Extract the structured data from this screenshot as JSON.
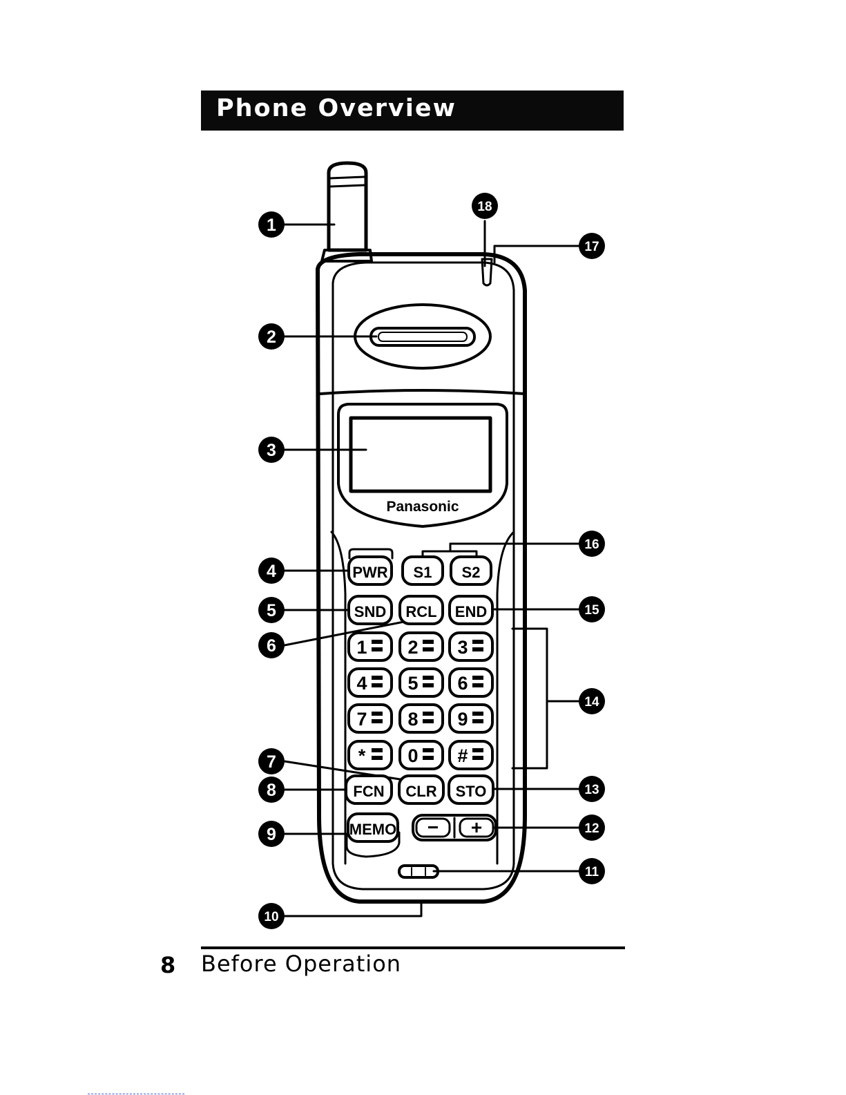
{
  "header": {
    "title": "Phone Overview"
  },
  "phone": {
    "brand": "Panasonic",
    "keys": {
      "pwr": "PWR",
      "s1": "S1",
      "s2": "S2",
      "snd": "SND",
      "rcl": "RCL",
      "end": "END",
      "k1": "1",
      "k2": "2",
      "k3": "3",
      "k4": "4",
      "k5": "5",
      "k6": "6",
      "k7": "7",
      "k8": "8",
      "k9": "9",
      "star": "*",
      "k0": "0",
      "hash": "#",
      "fcn": "FCN",
      "clr": "CLR",
      "sto": "STO",
      "memo": "MEMO",
      "vol_minus": "−",
      "vol_plus": "+"
    }
  },
  "callouts": [
    "1",
    "2",
    "3",
    "4",
    "5",
    "6",
    "7",
    "8",
    "9",
    "10",
    "11",
    "12",
    "13",
    "14",
    "15",
    "16",
    "17",
    "18"
  ],
  "footer": {
    "page_number": "8",
    "section": "Before Operation"
  }
}
